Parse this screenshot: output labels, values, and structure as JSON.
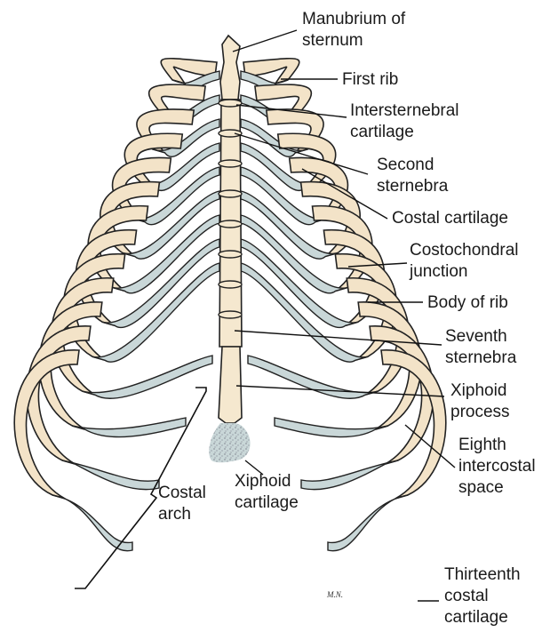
{
  "labels": {
    "manubrium": [
      "Manubrium of",
      "sternum"
    ],
    "first_rib": [
      "First rib"
    ],
    "intersternebral": [
      "Intersternebral",
      "cartilage"
    ],
    "second_sternebra": [
      "Second",
      "sternebra"
    ],
    "costal_cartilage": [
      "Costal cartilage"
    ],
    "costochondral": [
      "Costochondral",
      "junction"
    ],
    "body_of_rib": [
      "Body of rib"
    ],
    "seventh_sternebra": [
      "Seventh",
      "sternebra"
    ],
    "xiphoid_process": [
      "Xiphoid",
      "process"
    ],
    "eighth_intercostal": [
      "Eighth",
      "intercostal",
      "space"
    ],
    "costal_arch": [
      "Costal",
      "arch"
    ],
    "xiphoid_cartilage": [
      "Xiphoid",
      "cartilage"
    ],
    "thirteenth_costal": [
      "Thirteenth",
      "costal",
      "cartilage"
    ]
  },
  "signature": "M.N.",
  "colors": {
    "bone": "#f3e3c8",
    "cartilage": "#c9d7d8",
    "outline": "#222222"
  }
}
